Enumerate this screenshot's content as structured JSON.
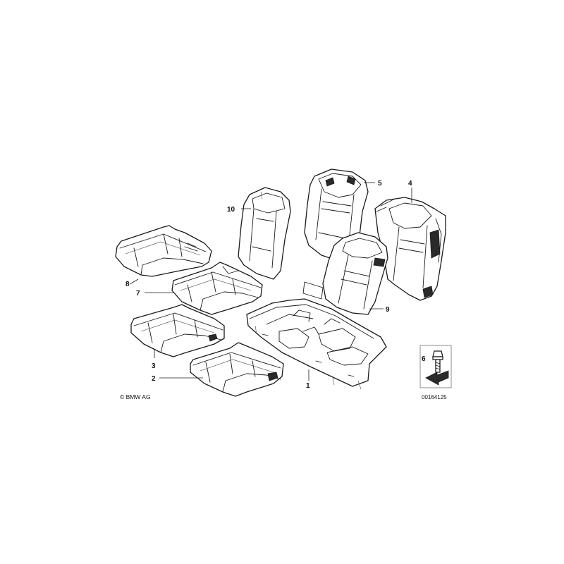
{
  "diagram": {
    "part_labels": {
      "p1": "1",
      "p2": "2",
      "p3": "3",
      "p4": "4",
      "p5": "5",
      "p6": "6",
      "p7": "7",
      "p8": "8",
      "p9": "9",
      "p10": "10"
    },
    "copyright": "© BMW AG",
    "document_number": "00164125",
    "icons": {
      "fastener": "bolt-icon",
      "direction": "arrow-icon"
    }
  }
}
